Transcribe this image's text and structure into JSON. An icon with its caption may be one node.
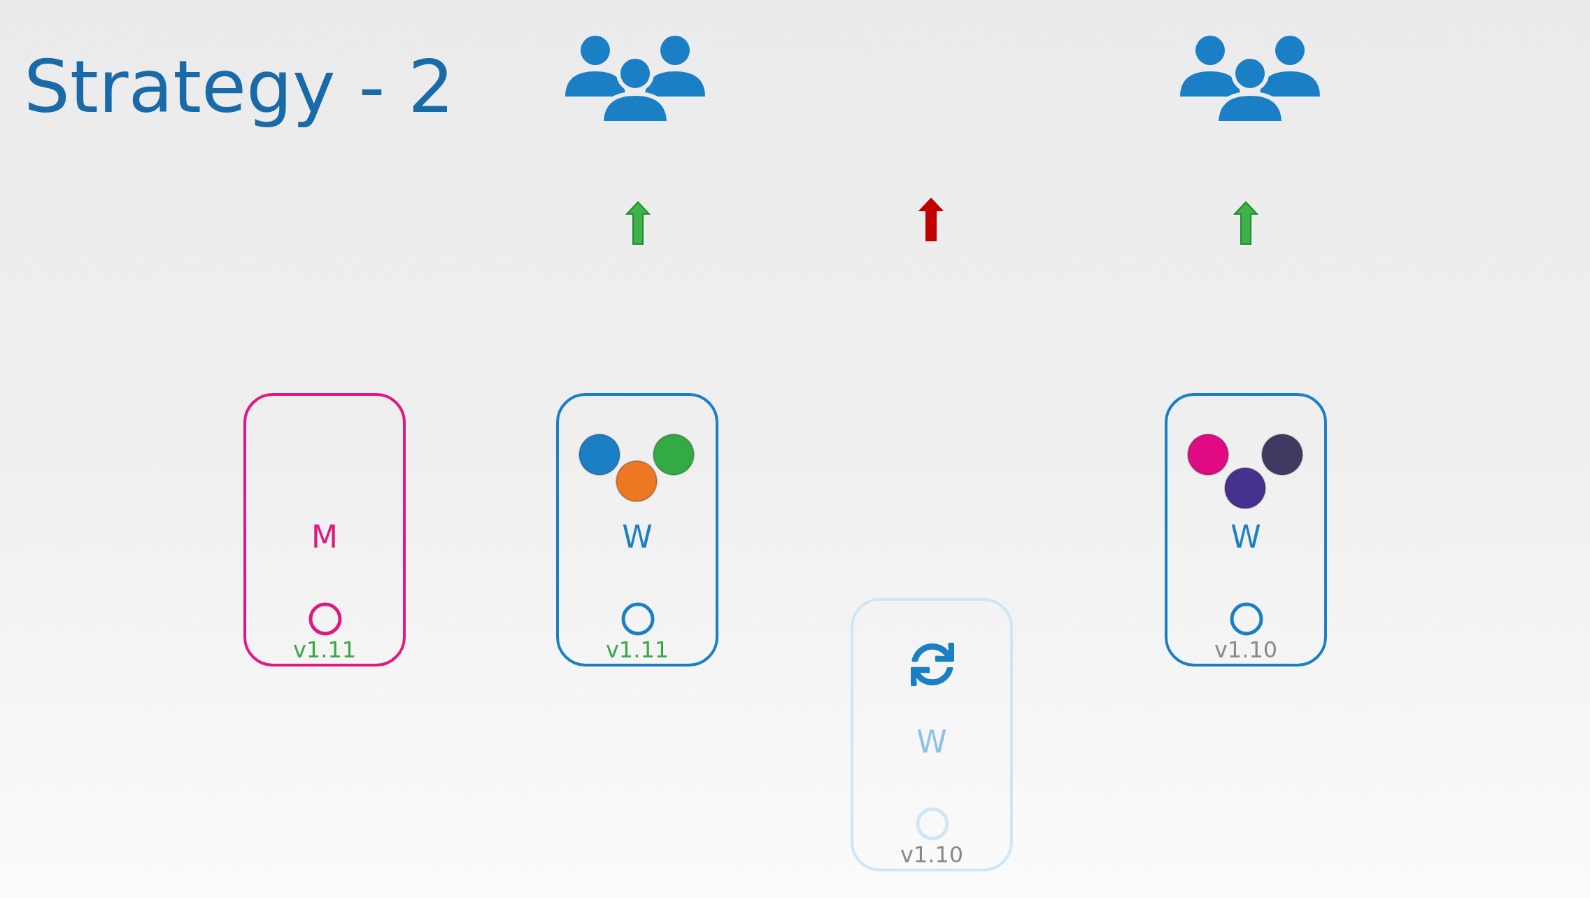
{
  "diagram": {
    "title": "Strategy - 2",
    "nodes": [
      {
        "text": [
          "M",
          "v1.11"
        ]
      },
      {
        "text": [
          "W",
          "v1.11"
        ]
      },
      {
        "text": [
          "W",
          "v1.10"
        ]
      },
      {
        "text": [
          "W",
          "v1.10"
        ]
      }
    ]
  }
}
